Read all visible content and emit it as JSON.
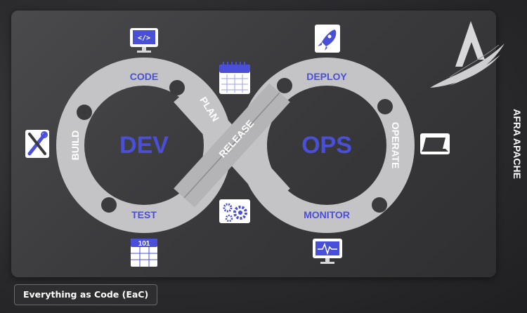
{
  "diagram": {
    "left_label": "DEV",
    "right_label": "OPS",
    "stages": {
      "code": "CODE",
      "plan": "PLAN",
      "build": "BUILD",
      "test": "TEST",
      "release": "RELEASE",
      "deploy": "DEPLOY",
      "operate": "OPERATE",
      "monitor": "MONITOR"
    },
    "test_icon_text": "101"
  },
  "brand": {
    "name": "AFRA APACHE"
  },
  "footer": {
    "caption": "Everything as Code (EaC)"
  },
  "colors": {
    "accent": "#4a4fd8",
    "loop": "#c4c4c6",
    "panel": "#3d3d40"
  }
}
